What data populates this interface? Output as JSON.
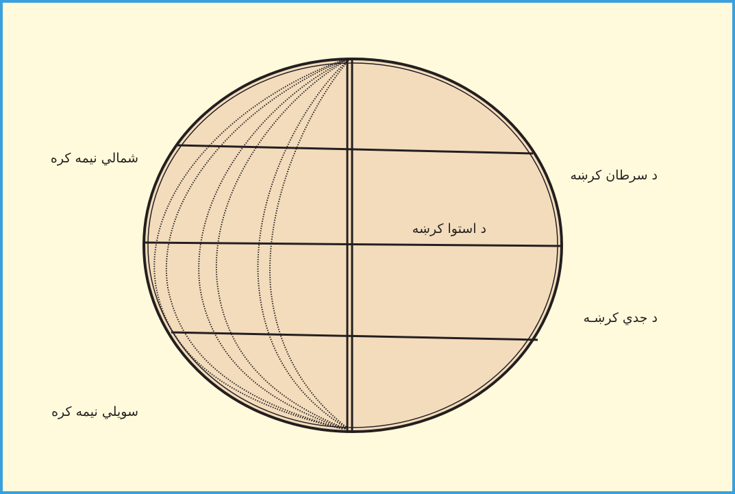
{
  "colors": {
    "frame": "#3aa0dd",
    "background": "#fefadb",
    "globe_fill": "#f3dcbc",
    "ink": "#231f20"
  },
  "labels": {
    "northern_hemisphere": "شمالي نیمه کره",
    "southern_hemisphere": "سویلي نیمه کره",
    "tropic_of_cancer": "د سرطان کرښه",
    "equator": "د استوا کرښه",
    "tropic_of_capricorn": "د جدي کرښـه"
  }
}
